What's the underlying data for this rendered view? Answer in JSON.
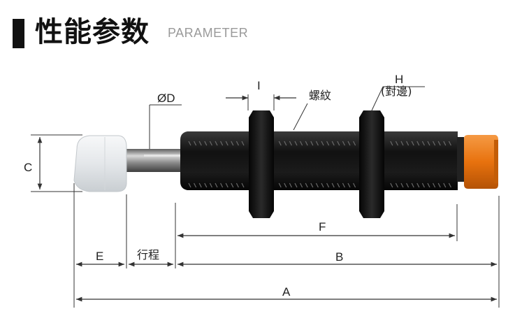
{
  "header": {
    "title": "性能参数",
    "subtitle": "PARAMETER"
  },
  "labels": {
    "diameter": "ØD",
    "thread_width": "I",
    "thread": "螺紋",
    "hex": "H",
    "hex_note": "(對邊)",
    "c": "C",
    "f": "F",
    "e": "E",
    "stroke": "行程",
    "b": "B",
    "a": "A"
  },
  "colors": {
    "body": "#141414",
    "cap": "#e8720e",
    "tip": "#e9ecee",
    "rod": "#9a9a9a",
    "dimension_line": "#333333"
  }
}
